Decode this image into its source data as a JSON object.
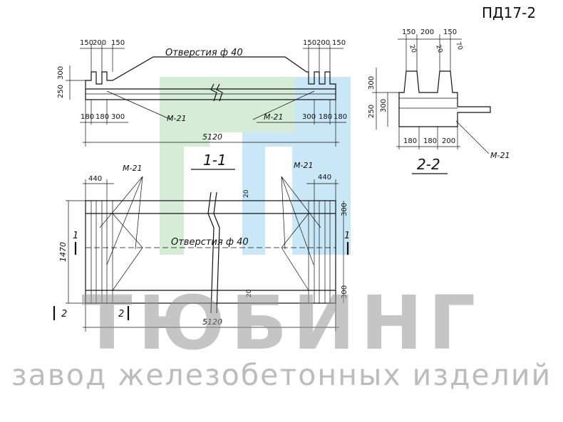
{
  "document": {
    "code": "ПД17-2"
  },
  "watermark": {
    "brand": "ТЮБИНГ",
    "subtitle": "завод железобетонных изделий"
  },
  "labels": {
    "holes_top": "Отверстия ф 40",
    "holes_plan": "Отверстия ф 40",
    "section_1_1": "1-1",
    "section_2_2": "2-2",
    "marker_1": "1",
    "marker_2": "2",
    "rebar": "М-21",
    "dim_150": "150",
    "dim_200": "200",
    "dim_180": "180",
    "dim_300": "300",
    "dim_250": "250",
    "dim_440": "440",
    "dim_1470": "1470",
    "dim_5120": "5120",
    "dim_70": "70",
    "dim_20": "20"
  },
  "colors": {
    "watermark_green": "#cfe9cf",
    "watermark_blue": "#bfe3f5",
    "line": "#111111"
  }
}
